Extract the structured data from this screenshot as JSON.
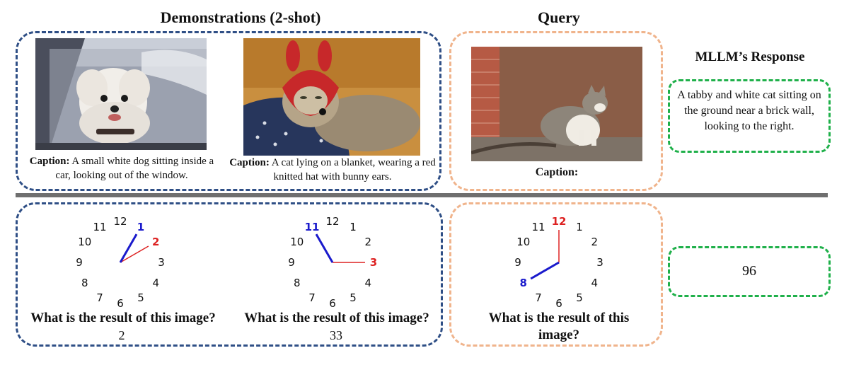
{
  "headings": {
    "demonstrations": "Demonstrations (2-shot)",
    "query": "Query",
    "response": "MLLM’s Response"
  },
  "captioning": {
    "demo1": {
      "label": "Caption:",
      "text": " A small white dog sitting inside a car, looking out of the window."
    },
    "demo2": {
      "label": "Caption:",
      "text": " A cat lying on a blanket, wearing a red knitted hat with bunny ears."
    },
    "query": {
      "label": "Caption:"
    },
    "response": "A tabby and white cat sitting on the ground near a brick wall, looking to the right."
  },
  "clocks": {
    "numerals": [
      "12",
      "1",
      "2",
      "3",
      "4",
      "5",
      "6",
      "7",
      "8",
      "9",
      "10",
      "11"
    ],
    "demo1": {
      "blue_hand": "1",
      "red_hand": "2",
      "question": "What is the result of this image?",
      "answer": "2"
    },
    "demo2": {
      "blue_hand": "11",
      "red_hand": "3",
      "question": "What is the result of this image?",
      "answer": "33"
    },
    "query": {
      "blue_hand": "8",
      "red_hand": "12",
      "question": "What is the result of this image?"
    },
    "response": "96"
  },
  "colors": {
    "demo_border": "#2f4f86",
    "query_border": "#f0b48c",
    "response_border": "#1fb04a",
    "blue_hand": "#1a1acc",
    "red_hand": "#dd2222"
  }
}
